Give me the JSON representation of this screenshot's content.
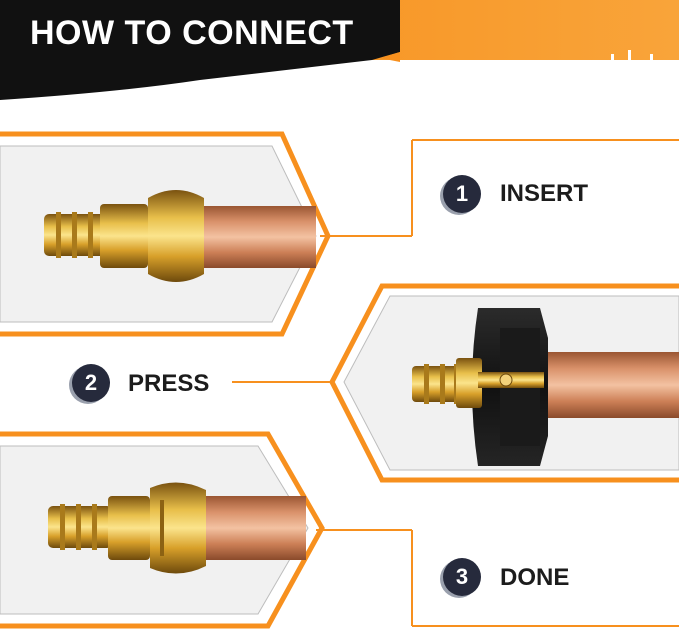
{
  "header": {
    "title": "HOW TO CONNECT"
  },
  "steps": [
    {
      "number": "1",
      "label": "INSERT"
    },
    {
      "number": "2",
      "label": "PRESS"
    },
    {
      "number": "3",
      "label": "DONE"
    }
  ],
  "colors": {
    "header_dark": "#111111",
    "accent_orange": "#f7901e",
    "badge": "#262a3c",
    "copper": "#c7794f",
    "brass": "#d9a82e"
  }
}
